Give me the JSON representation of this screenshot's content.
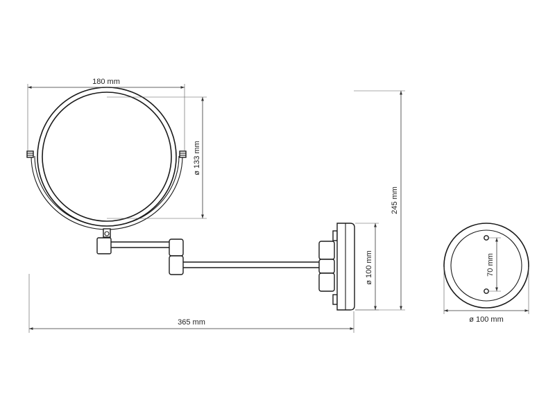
{
  "dimensions": {
    "mirror_width": "180 mm",
    "mirror_diameter": "ø 133 mm",
    "total_height": "245 mm",
    "base_diameter_side": "ø 100 mm",
    "total_length": "365 mm",
    "hole_spacing": "70 mm",
    "base_diameter_front": "ø 100 mm"
  }
}
